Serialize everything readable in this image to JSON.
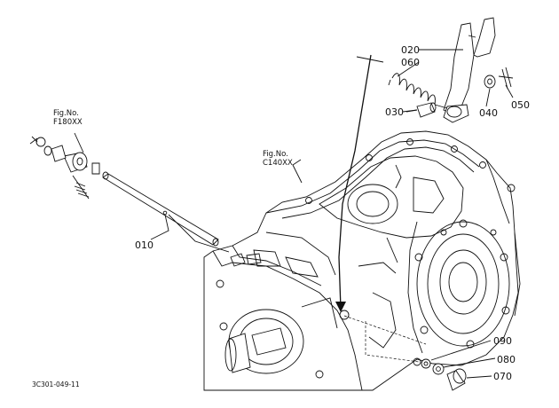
{
  "refs": {
    "f180": {
      "line1": "Fig.No.",
      "line2": "F180XX"
    },
    "c140": {
      "line1": "Fig.No.",
      "line2": "C140XX"
    }
  },
  "callouts": {
    "p010": "010",
    "p020": "020",
    "p030": "030",
    "p040": "040",
    "p050": "050",
    "p060": "060",
    "p070": "070",
    "p080": "080",
    "p090": "090"
  },
  "footer": {
    "code": "3C301-049-11"
  }
}
